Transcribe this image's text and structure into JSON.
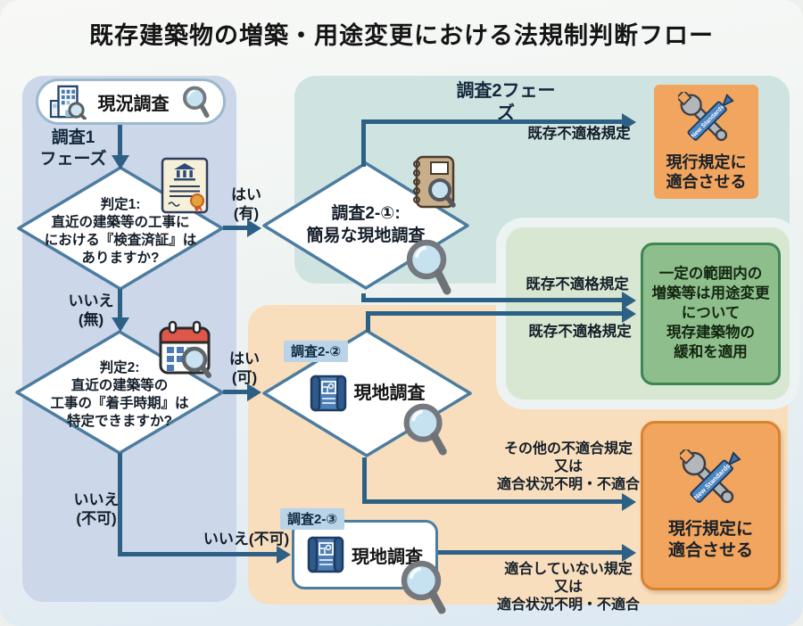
{
  "title": "既存建築物の増築・用途変更における法規制判断フロー",
  "labels": {
    "phase1": [
      "調査1",
      "フェーズ"
    ],
    "phase2": "調査2フェーズ",
    "new_standards": "New Standards"
  },
  "nodes": {
    "genkyo_chosa": {
      "label": "現況調査"
    },
    "hantei1": {
      "lines": [
        "判定1:",
        "直近の建築等の工事に",
        "における『検査済証』は",
        "ありますか?"
      ]
    },
    "chosa2_1": {
      "lines": [
        "調査2-①:",
        "簡易な現地調査"
      ]
    },
    "hantei2": {
      "lines": [
        "判定2:",
        "直近の建築等の",
        "工事の『着手時期』は",
        "特定できますか?"
      ]
    },
    "chosa2_2": {
      "tag": "調査2-②",
      "label": "現地調査"
    },
    "chosa2_3": {
      "tag": "調査2-③",
      "label": "現地調査"
    },
    "green_outcome": {
      "lines": [
        "一定の範囲内の",
        "増築等は用途変更",
        "について",
        "現存建築物の",
        "緩和を適用"
      ]
    },
    "orange_outcome_top": {
      "lines": [
        "現行規定に",
        "適合させる"
      ]
    },
    "orange_outcome_bottom": {
      "lines": [
        "現行規定に",
        "適合させる"
      ]
    }
  },
  "edges": {
    "yes1": [
      "はい",
      "(有)"
    ],
    "no1": [
      "いいえ",
      "(無)"
    ],
    "yes2": [
      "はい",
      "(可)"
    ],
    "no2": [
      "いいえ",
      "(不可)"
    ],
    "no2_inline": "いいえ(不可)",
    "existing_nonconforming_1": "既存不適格規定",
    "existing_nonconforming_2": "既存不適格規定",
    "existing_nonconforming_3": "既存不適格規定",
    "other_nonconforming": [
      "その他の不適合規定",
      "又は",
      "適合状況不明・不適合"
    ],
    "nonconforming": [
      "適合していない規定",
      "又は",
      "適合状況不明・不適合"
    ]
  },
  "colors": {
    "arrow": "#2d6085",
    "diamond_border": "#4c7ca0",
    "panel_left": "#ccd7e9",
    "panel_teal": "#cfe3e1",
    "panel_green": "#d8e7d1",
    "panel_peach": "#f8debc",
    "green_box_fill": "#8fbe8d",
    "green_box_border": "#3d8653",
    "orange_box_fill": "#f2a55e",
    "orange_box_border": "#d9822f",
    "chip_bg": "#b9d3e8"
  }
}
